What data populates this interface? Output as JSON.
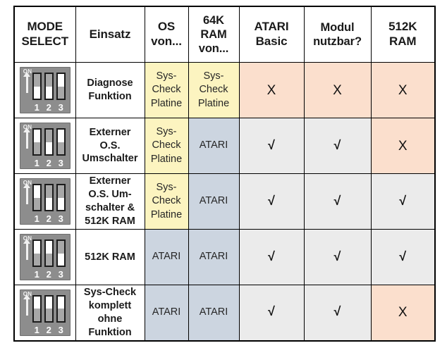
{
  "table": {
    "headers": [
      {
        "id": "mode-select",
        "label": "MODE\nSELECT"
      },
      {
        "id": "einsatz",
        "label": "Einsatz"
      },
      {
        "id": "os-von",
        "label": "OS\nvon..."
      },
      {
        "id": "ram-64k-von",
        "label": "64K\nRAM\nvon..."
      },
      {
        "id": "atari-basic",
        "label": "ATARI\nBasic"
      },
      {
        "id": "modul-nutzbar",
        "label": "Modul\nnutzbar?"
      },
      {
        "id": "ram-512k",
        "label": "512K\nRAM"
      }
    ],
    "dip_switch": {
      "on_label": "ON",
      "numbers": [
        "1",
        "2",
        "3"
      ]
    },
    "rows": [
      {
        "switches": [
          "down",
          "down",
          "up"
        ],
        "einsatz": "Diagnose\nFunktion",
        "os_von": "Sys-\nCheck\nPlatine",
        "ram_64k_von": "Sys-\nCheck\nPlatine",
        "atari_basic": "X",
        "modul_nutzbar": "X",
        "ram_512k": "X"
      },
      {
        "switches": [
          "up",
          "down",
          "up"
        ],
        "einsatz": "Externer\nO.S.\nUmschalter",
        "os_von": "Sys-\nCheck\nPlatine",
        "ram_64k_von": "ATARI",
        "atari_basic": "√",
        "modul_nutzbar": "√",
        "ram_512k": "X"
      },
      {
        "switches": [
          "up",
          "down",
          "down"
        ],
        "einsatz": "Externer\nO.S. Um-\nschalter &\n512K RAM",
        "os_von": "Sys-\nCheck\nPlatine",
        "ram_64k_von": "ATARI",
        "atari_basic": "√",
        "modul_nutzbar": "√",
        "ram_512k": "√"
      },
      {
        "switches": [
          "up",
          "up",
          "down"
        ],
        "einsatz": "512K RAM",
        "os_von": "ATARI",
        "ram_64k_von": "ATARI",
        "atari_basic": "√",
        "modul_nutzbar": "√",
        "ram_512k": "√"
      },
      {
        "switches": [
          "up",
          "up",
          "up"
        ],
        "einsatz": "Sys-Check\nkomplett\nohne\nFunktion",
        "os_von": "ATARI",
        "ram_64k_von": "ATARI",
        "atari_basic": "√",
        "modul_nutzbar": "√",
        "ram_512k": "X"
      }
    ]
  },
  "colors": {
    "syscheck_yellow": "#fcf4c0",
    "atari_blue": "#ccd5e0",
    "negative_peach": "#fbdfcd",
    "positive_gray": "#ebebeb",
    "border": "#000000",
    "dip_body": "#8d8d8d"
  }
}
